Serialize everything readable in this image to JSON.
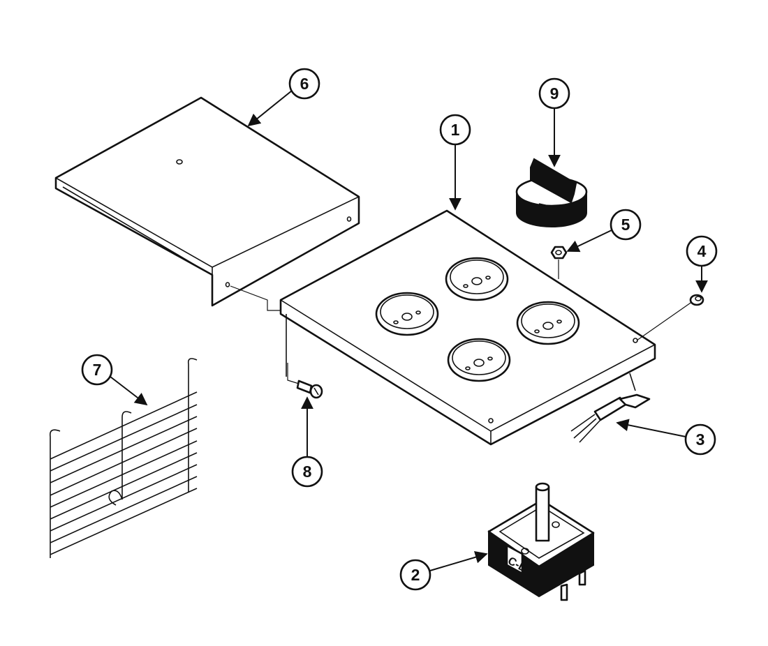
{
  "callouts": [
    {
      "id": "1",
      "label": "1"
    },
    {
      "id": "2",
      "label": "2"
    },
    {
      "id": "3",
      "label": "3"
    },
    {
      "id": "4",
      "label": "4"
    },
    {
      "id": "5",
      "label": "5"
    },
    {
      "id": "6",
      "label": "6"
    },
    {
      "id": "7",
      "label": "7"
    },
    {
      "id": "8",
      "label": "8"
    },
    {
      "id": "9",
      "label": "9"
    }
  ],
  "stamp": {
    "switch_label": "C-D"
  },
  "colors": {
    "line": "#111111",
    "background": "#ffffff"
  }
}
